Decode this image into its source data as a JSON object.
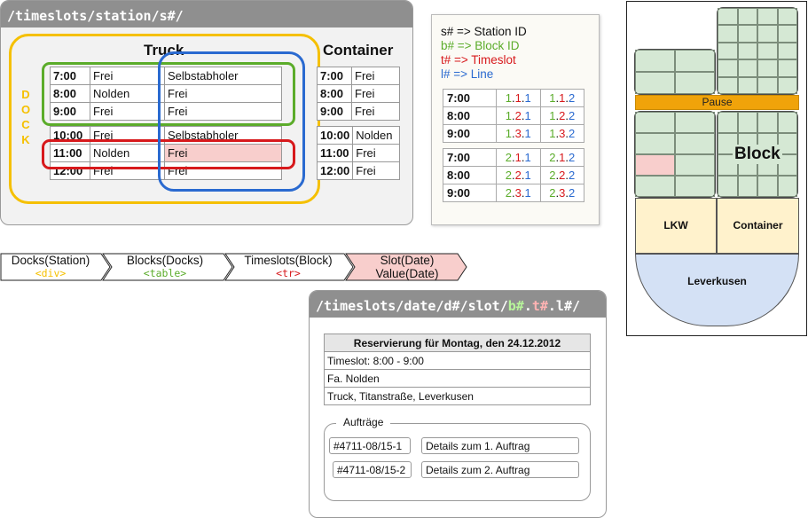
{
  "panel_station": {
    "url": "/timeslots/station/s#/",
    "dock_letters": [
      "D",
      "O",
      "C",
      "K"
    ],
    "truck_title": "Truck",
    "container_title": "Container",
    "truck_rows": [
      {
        "time": "7:00",
        "a": "Frei",
        "b": "Selbstabholer"
      },
      {
        "time": "8:00",
        "a": "Nolden",
        "b": "Frei"
      },
      {
        "time": "9:00",
        "a": "Frei",
        "b": "Frei"
      },
      {
        "time": "10:00",
        "a": "Frei",
        "b": "Selbstabholer"
      },
      {
        "time": "11:00",
        "a": "Nolden",
        "b": "Frei"
      },
      {
        "time": "12:00",
        "a": "Frei",
        "b": "Frei"
      }
    ],
    "container_rows": [
      {
        "time": "7:00",
        "a": "Frei"
      },
      {
        "time": "8:00",
        "a": "Frei"
      },
      {
        "time": "9:00",
        "a": "Frei"
      },
      {
        "time": "10:00",
        "a": "Nolden"
      },
      {
        "time": "11:00",
        "a": "Frei"
      },
      {
        "time": "12:00",
        "a": "Frei"
      }
    ]
  },
  "legend": {
    "lines": [
      {
        "text": "s# => Station ID",
        "color": "#111111"
      },
      {
        "text": "b# => Block ID",
        "color": "#5bac2a"
      },
      {
        "text": "t# => Timeslot",
        "color": "#d7191c"
      },
      {
        "text": "l# => Line",
        "color": "#2a6ad0"
      }
    ],
    "block1": [
      {
        "time": "7:00",
        "c1": [
          "1",
          ".",
          "1",
          ".",
          "1"
        ],
        "c2": [
          "1",
          ".",
          "1",
          ".",
          "2"
        ]
      },
      {
        "time": "8:00",
        "c1": [
          "1",
          ".",
          "2",
          ".",
          "1"
        ],
        "c2": [
          "1",
          ".",
          "2",
          ".",
          "2"
        ]
      },
      {
        "time": "9:00",
        "c1": [
          "1",
          ".",
          "3",
          ".",
          "1"
        ],
        "c2": [
          "1",
          ".",
          "3",
          ".",
          "2"
        ]
      }
    ],
    "block2": [
      {
        "time": "7:00",
        "c1": [
          "2",
          ".",
          "1",
          ".",
          "1"
        ],
        "c2": [
          "2",
          ".",
          "1",
          ".",
          "2"
        ]
      },
      {
        "time": "8:00",
        "c1": [
          "2",
          ".",
          "2",
          ".",
          "1"
        ],
        "c2": [
          "2",
          ".",
          "2",
          ".",
          "2"
        ]
      },
      {
        "time": "9:00",
        "c1": [
          "2",
          ".",
          "3",
          ".",
          "1"
        ],
        "c2": [
          "2",
          ".",
          "3",
          ".",
          "2"
        ]
      }
    ]
  },
  "flow": [
    {
      "label": "Docks(Station)",
      "sub": "<div>",
      "sub_color": "#f5c000",
      "fill": "#ffffff"
    },
    {
      "label": "Blocks(Docks)",
      "sub": "<table>",
      "sub_color": "#5bac2a",
      "fill": "#ffffff"
    },
    {
      "label": "Timeslots(Block)",
      "sub": "<tr>",
      "sub_color": "#d7191c",
      "fill": "#ffffff"
    },
    {
      "label": "Slot(Date)",
      "sub": "Value(Date)",
      "sub_color": "#111111",
      "fill": "#f8cecc"
    }
  ],
  "panel_slot": {
    "url_parts": [
      {
        "text": "/timeslots/date/d#/slot/",
        "color": "#ffffff"
      },
      {
        "text": "b#",
        "color": "#b7f59a"
      },
      {
        "text": ".",
        "color": "#ffffff"
      },
      {
        "text": "t#",
        "color": "#ffb3b3"
      },
      {
        "text": ".l#/",
        "color": "#ffffff"
      }
    ],
    "header": "Reservierung für Montag, den 24.12.2012",
    "rows": [
      "Timeslot: 8:00 - 9:00",
      "Fa. Nolden",
      "Truck, Titanstraße, Leverkusen"
    ],
    "orders_legend": "Aufträge",
    "orders": [
      {
        "id": "#4711-08/15-1",
        "details": "Details zum 1. Auftrag"
      },
      {
        "id": "#4711-08/15-2",
        "details": "Details zum 2. Auftrag"
      }
    ]
  },
  "plan": {
    "pause": "Pause",
    "block": "Block",
    "lkw": "LKW",
    "container": "Container",
    "leverkusen": "Leverkusen",
    "colors": {
      "green": "#d5e8d4",
      "orange": "#f0a30a",
      "cream": "#fff2cc",
      "blue": "#d4e1f5",
      "pink": "#f8cecc"
    }
  }
}
